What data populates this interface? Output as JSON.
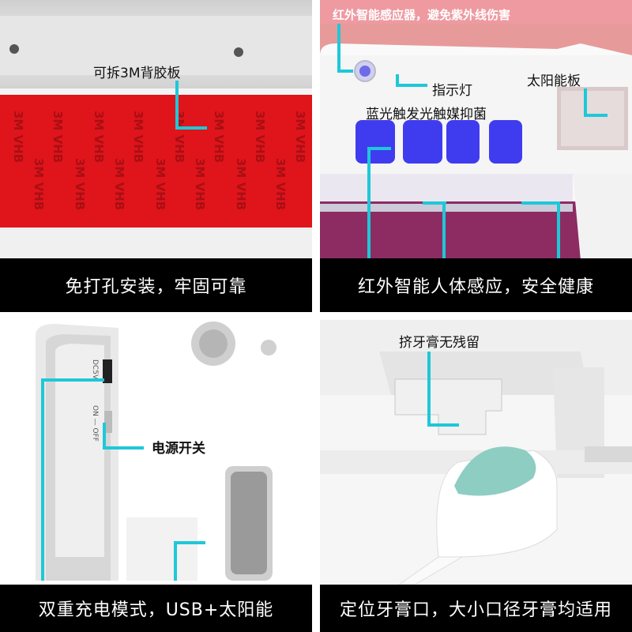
{
  "panels": [
    {
      "caption": "免打孔安装，牢固可靠",
      "label": "可拆3M背胶板",
      "tape_text": "3M VHB",
      "colors": {
        "tape": "#e0141b",
        "frame": "#d9d9d9"
      }
    },
    {
      "caption": "红外智能人体感应，安全健康",
      "header": "红外智能感应器，避免紫外线伤害",
      "label_indicator": "指示灯",
      "label_solar": "太阳能板",
      "label_bluelight": "蓝光触发光触媒抑菌",
      "colors": {
        "background": "#e79a9a",
        "uv": "#3f3cf0"
      }
    },
    {
      "caption": "双重充电模式，USB+太阳能",
      "label": "电源开关",
      "switch_text_1": "DC5V",
      "switch_text_2": "ON — OFF"
    },
    {
      "caption": "定位牙膏口，大小口径牙膏均适用",
      "label": "挤牙膏无残留",
      "colors": {
        "toothpaste": "#8ecdc2"
      }
    }
  ],
  "accent": "#1ec8d8"
}
